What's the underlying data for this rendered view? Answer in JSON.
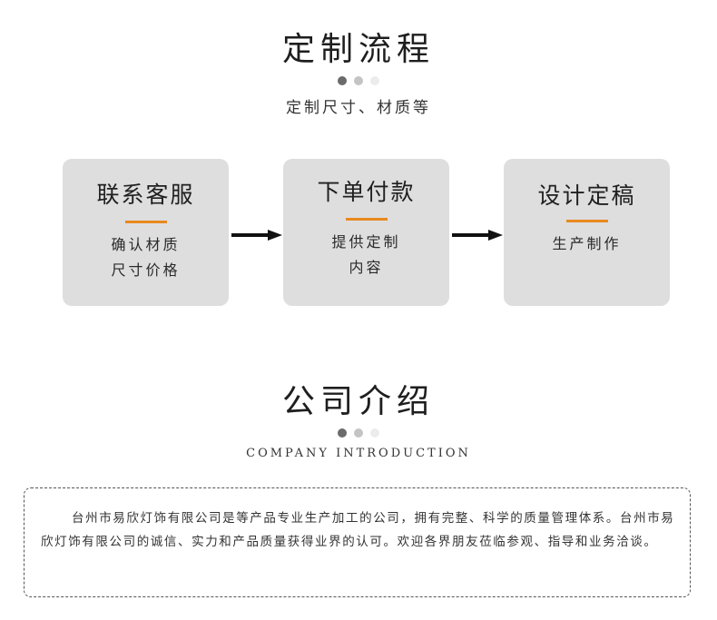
{
  "process": {
    "title": "定制流程",
    "subtitle": "定制尺寸、材质等",
    "dot_colors": [
      "#6b6b6b",
      "#c4c4c4",
      "#ececec"
    ],
    "steps": [
      {
        "title": "联系客服",
        "desc_lines": [
          "确认材质",
          "尺寸价格"
        ]
      },
      {
        "title": "下单付款",
        "desc_lines": [
          "提供定制",
          "内容"
        ]
      },
      {
        "title": "设计定稿",
        "desc_lines": [
          "生产制作",
          ""
        ]
      }
    ],
    "accent_color": "#e8891f",
    "card_color": "#dedede"
  },
  "company": {
    "title": "公司介绍",
    "subtitle": "COMPANY INTRODUCTION",
    "dot_colors": [
      "#6b6b6b",
      "#c4c4c4",
      "#ececec"
    ],
    "intro": "台州市易欣灯饰有限公司是等产品专业生产加工的公司，拥有完整、科学的质量管理体系。台州市易欣灯饰有限公司的诚信、实力和产品质量获得业界的认可。欢迎各界朋友莅临参观、指导和业务洽谈。"
  }
}
